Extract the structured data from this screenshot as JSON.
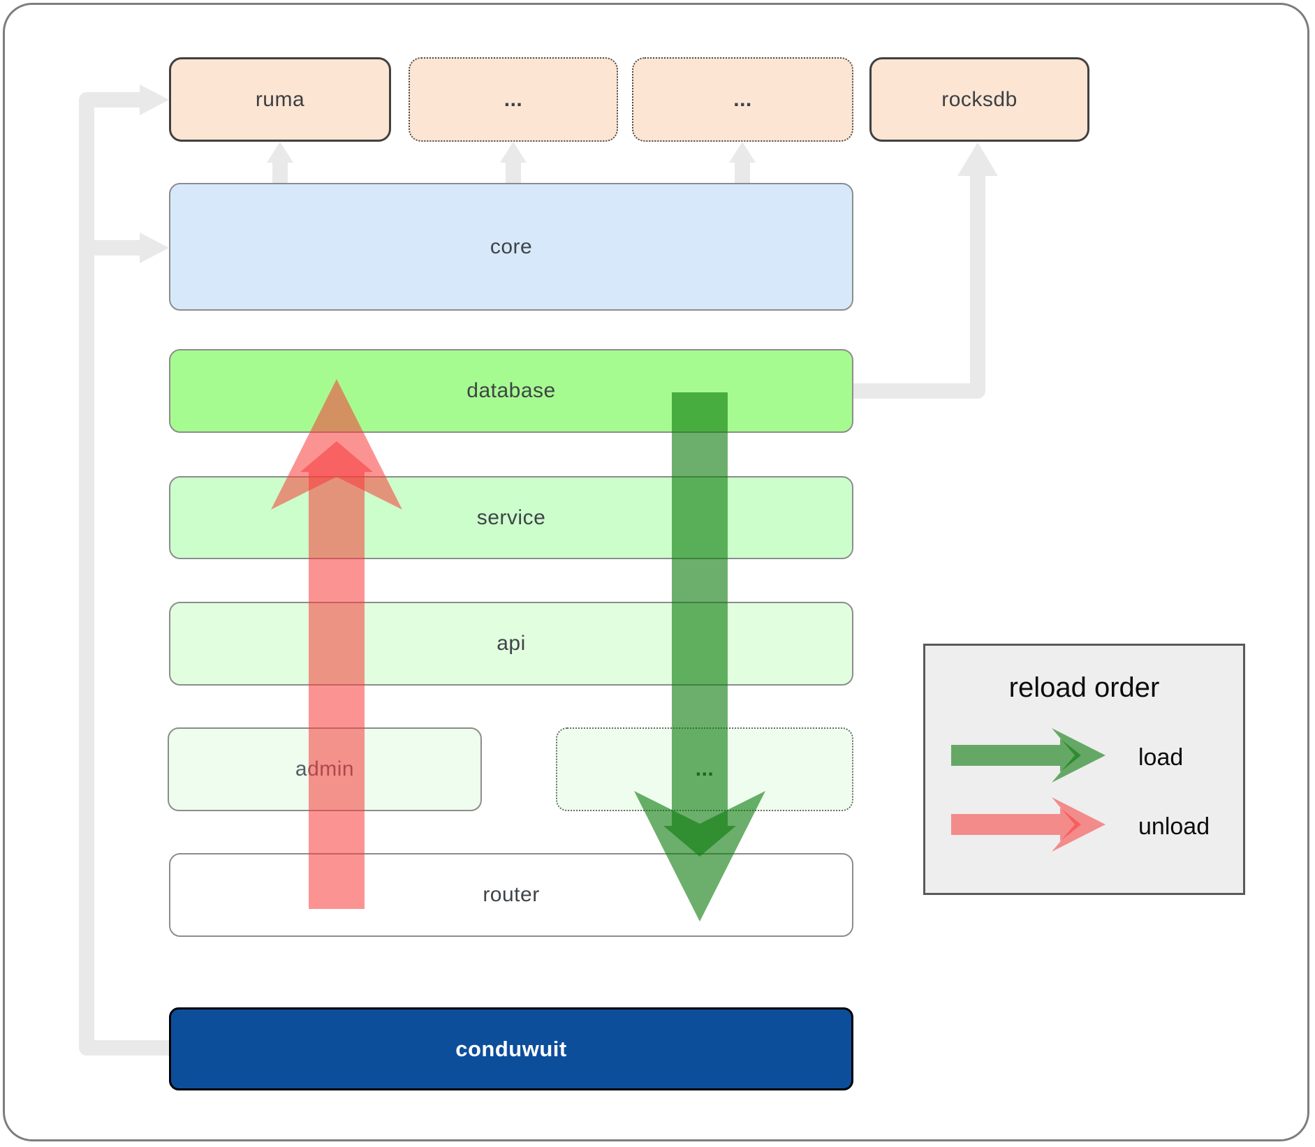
{
  "top_row": [
    {
      "label": "ruma",
      "style": "solid"
    },
    {
      "label": "...",
      "style": "dotted"
    },
    {
      "label": "...",
      "style": "dotted"
    },
    {
      "label": "rocksdb",
      "style": "solid"
    }
  ],
  "layers": {
    "core": "core",
    "database": "database",
    "service": "service",
    "api": "api",
    "admin": "admin",
    "admin_dots": "...",
    "router": "router",
    "app": "conduwuit"
  },
  "legend": {
    "title": "reload order",
    "items": [
      {
        "label": "load",
        "color": "rgba(10,122,10,0.6)"
      },
      {
        "label": "unload",
        "color": "rgba(248,58,58,0.55)"
      }
    ]
  },
  "colors": {
    "peach_fill": "#fce5d3",
    "core_fill": "#d7e8fb",
    "database_fill": "#a6fb90",
    "service_fill": "#ccfecb",
    "api_fill": "#e1fede",
    "admin_fill": "#eefdee",
    "router_fill": "#ffffff",
    "app_fill": "#0d4e9b",
    "connector_gray": "#e9e9e9",
    "load_arrow": "rgba(10,122,10,0.6)",
    "unload_arrow": "rgba(248,58,58,0.55)"
  }
}
